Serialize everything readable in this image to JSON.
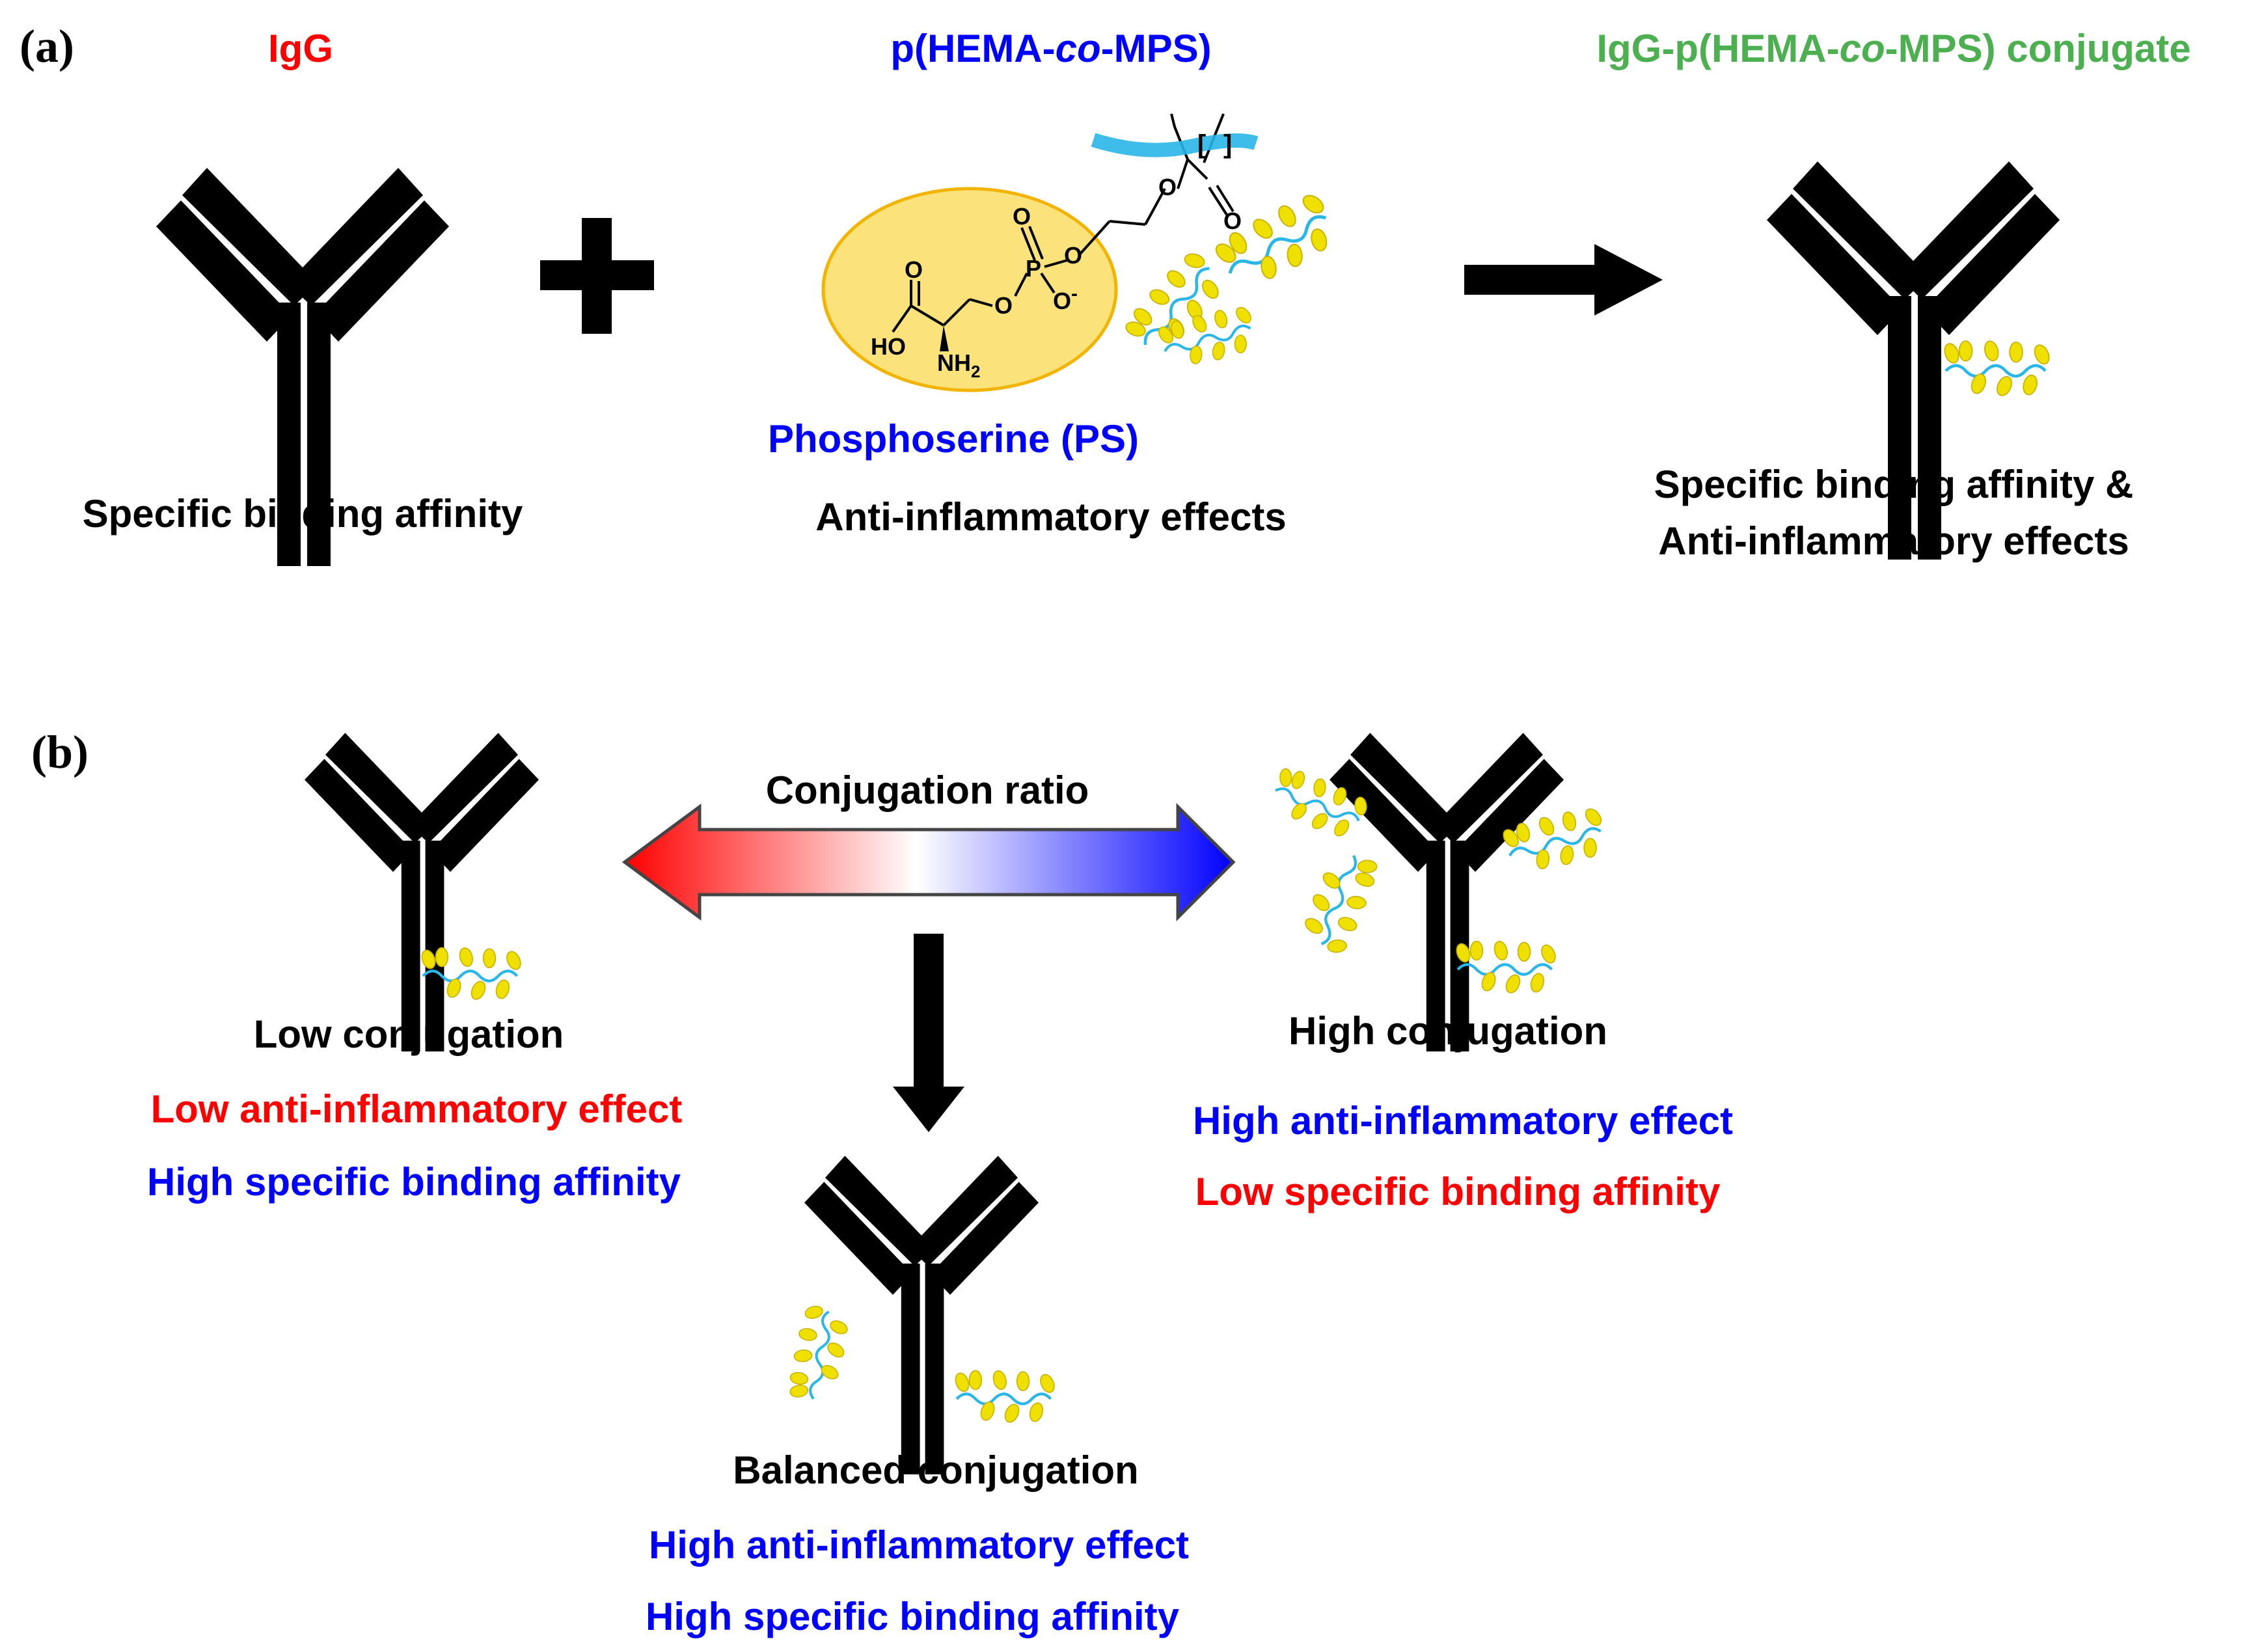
{
  "panel_a": {
    "label": "(a)",
    "igg_title": "IgG",
    "polymer_title_prefix": "p(HEMA-",
    "polymer_title_italic": "co",
    "polymer_title_suffix": "-MPS)",
    "conjugate_title_prefix": "IgG-p(HEMA-",
    "conjugate_title_italic": "co",
    "conjugate_title_suffix": "-MPS) conjugate",
    "plus_sign": "+",
    "igg_property": "Specific binding affinity",
    "ps_name": "Phosphoserine (PS)",
    "polymer_property": "Anti-inflammatory effects",
    "conjugate_property_line1": "Specific binding affinity &",
    "conjugate_property_line2": "Anti-inflammatory effects",
    "chem": {
      "ho": "HO",
      "o": "O",
      "nh": "NH",
      "nh_sub": "2",
      "p": "P",
      "o_minus": "O",
      "minus": "-"
    }
  },
  "panel_b": {
    "label": "(b)",
    "ratio_label": "Conjugation ratio",
    "low": {
      "title": "Low conjugation",
      "line1": "Low anti-inflammatory effect",
      "line2": "High specific binding affinity"
    },
    "high": {
      "title": "High conjugation",
      "line1": "High anti-inflammatory effect",
      "line2": "Low specific binding affinity"
    },
    "balanced": {
      "title": "Balanced conjugation",
      "line1": "High anti-inflammatory effect",
      "line2": "High specific binding affinity"
    }
  },
  "colors": {
    "red": "#ff0000",
    "blue": "#0000ff",
    "green": "#4caf50",
    "black": "#000000",
    "cyan_chain": "#29b6e8",
    "yellow_bead": "#f0e000",
    "ps_ellipse_fill": "#fbe27a",
    "ps_ellipse_stroke": "#f2b400"
  }
}
